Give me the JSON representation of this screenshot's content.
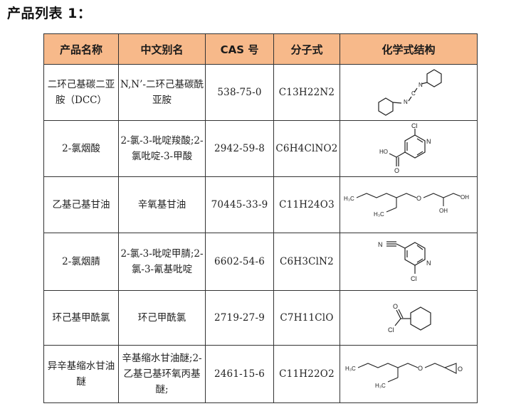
{
  "heading": "产品列表 1：",
  "table": {
    "headers": [
      "产品名称",
      "中文别名",
      "CAS 号",
      "分子式",
      "化学式结构"
    ],
    "rows": [
      {
        "name": "二环己基碳二亚胺（DCC）",
        "alias": "N,N’-二环己基碳酰亚胺",
        "cas": "538-75-0",
        "formula": "C13H22N2",
        "structure_icon": "dcc-structure"
      },
      {
        "name": "2-氯烟酸",
        "alias": "2-氯-3-吡啶羧酸;2-氯吡啶-3-甲酸",
        "cas": "2942-59-8",
        "formula": "C6H4ClNO2",
        "structure_icon": "2-chloronicotinic-acid-structure"
      },
      {
        "name": "乙基己基甘油",
        "alias": "辛氧基甘油",
        "cas": "70445-33-9",
        "formula": "C11H24O3",
        "structure_icon": "ethylhexylglycerin-structure"
      },
      {
        "name": "2-氯烟腈",
        "alias": "2-氯-3-吡啶甲腈;2-氯-3-氰基吡啶",
        "cas": "6602-54-6",
        "formula": "C6H3ClN2",
        "structure_icon": "2-chloronicotinonitrile-structure"
      },
      {
        "name": "环己基甲酰氯",
        "alias": "环己甲酰氯",
        "cas": "2719-27-9",
        "formula": "C7H11ClO",
        "structure_icon": "cyclohexanecarbonyl-chloride-structure"
      },
      {
        "name": "异辛基缩水甘油醚",
        "alias": "辛基缩水甘油醚;2-乙基己基环氧丙基醚;",
        "cas": "2461-15-6",
        "formula": "C11H22O2",
        "structure_icon": "ethylhexyl-glycidyl-ether-structure"
      }
    ]
  },
  "structure_labels": {
    "dcc": {
      "n1": "N",
      "c": "C",
      "n2": "N"
    },
    "cna": {
      "cl": "Cl",
      "n": "N",
      "ho": "HO",
      "o": "O"
    },
    "ehg": {
      "h3c_top": "H₃C",
      "o": "O",
      "oh_right": "OH",
      "oh_bottom": "OH",
      "h3c_bottom": "H₃C"
    },
    "ccn": {
      "n_nitrile": "N",
      "n_ring": "N",
      "cl": "Cl"
    },
    "chcl": {
      "o": "O",
      "cl": "Cl"
    },
    "ehge": {
      "h3c_top": "H₃C",
      "o_ether": "O",
      "o_epoxide": "O",
      "h3c_bottom": "H₃C"
    }
  }
}
